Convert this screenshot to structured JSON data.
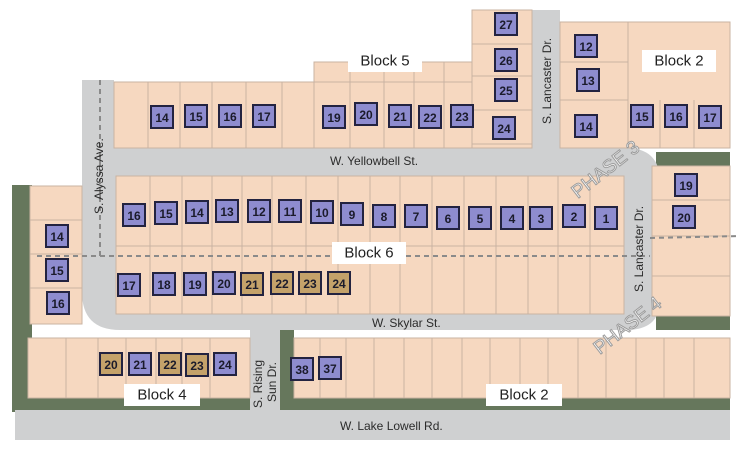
{
  "map": {
    "streets": {
      "yellowbell": "W. Yellowbell St.",
      "skylar": "W. Skylar St.",
      "alyssa": "S. Alyssa Ave.",
      "lancaster_top": "S. Lancaster Dr.",
      "lancaster_right": "S. Lancaster Dr.",
      "rising_sun_1": "S. Rising",
      "rising_sun_2": "Sun Dr.",
      "lake_lowell": "W. Lake Lowell Rd."
    },
    "blocks": {
      "block5": "Block 5",
      "block2_top": "Block 2",
      "block6": "Block 6",
      "block4": "Block 4",
      "block2_bottom": "Block 2"
    },
    "phases": {
      "phase3": "PHASE 3",
      "phase4": "PHASE 4"
    },
    "status_colors": {
      "available": "#8e8ccf",
      "sold": "#c4a26a"
    },
    "lot_badges": [
      {
        "id": "b5-27",
        "label": "27",
        "status": "available"
      },
      {
        "id": "b5-26",
        "label": "26",
        "status": "available"
      },
      {
        "id": "b5-25",
        "label": "25",
        "status": "available"
      },
      {
        "id": "b5-24",
        "label": "24",
        "status": "available"
      },
      {
        "id": "b5-14",
        "label": "14",
        "status": "available"
      },
      {
        "id": "b5-15",
        "label": "15",
        "status": "available"
      },
      {
        "id": "b5-16",
        "label": "16",
        "status": "available"
      },
      {
        "id": "b5-17",
        "label": "17",
        "status": "available"
      },
      {
        "id": "b5-19",
        "label": "19",
        "status": "available"
      },
      {
        "id": "b5-20",
        "label": "20",
        "status": "available"
      },
      {
        "id": "b5-21",
        "label": "21",
        "status": "available"
      },
      {
        "id": "b5-22",
        "label": "22",
        "status": "available"
      },
      {
        "id": "b5-23",
        "label": "23",
        "status": "available"
      },
      {
        "id": "b2-12",
        "label": "12",
        "status": "available"
      },
      {
        "id": "b2-13",
        "label": "13",
        "status": "available"
      },
      {
        "id": "b2-14",
        "label": "14",
        "status": "available"
      },
      {
        "id": "b2-15",
        "label": "15",
        "status": "available"
      },
      {
        "id": "b2-16",
        "label": "16",
        "status": "available"
      },
      {
        "id": "b2-17",
        "label": "17",
        "status": "available"
      },
      {
        "id": "b2-19",
        "label": "19",
        "status": "available"
      },
      {
        "id": "b2-20",
        "label": "20",
        "status": "available"
      },
      {
        "id": "b6-16",
        "label": "16",
        "status": "available"
      },
      {
        "id": "b6-15",
        "label": "15",
        "status": "available"
      },
      {
        "id": "b6-14",
        "label": "14",
        "status": "available"
      },
      {
        "id": "b6-13",
        "label": "13",
        "status": "available"
      },
      {
        "id": "b6-12",
        "label": "12",
        "status": "available"
      },
      {
        "id": "b6-11",
        "label": "11",
        "status": "available"
      },
      {
        "id": "b6-10",
        "label": "10",
        "status": "available"
      },
      {
        "id": "b6-9",
        "label": "9",
        "status": "available"
      },
      {
        "id": "b6-8",
        "label": "8",
        "status": "available"
      },
      {
        "id": "b6-7",
        "label": "7",
        "status": "available"
      },
      {
        "id": "b6-6",
        "label": "6",
        "status": "available"
      },
      {
        "id": "b6-5",
        "label": "5",
        "status": "available"
      },
      {
        "id": "b6-4",
        "label": "4",
        "status": "available"
      },
      {
        "id": "b6-3",
        "label": "3",
        "status": "available"
      },
      {
        "id": "b6-2",
        "label": "2",
        "status": "available"
      },
      {
        "id": "b6-1",
        "label": "1",
        "status": "available"
      },
      {
        "id": "b6-17",
        "label": "17",
        "status": "available"
      },
      {
        "id": "b6-18",
        "label": "18",
        "status": "available"
      },
      {
        "id": "b6-19",
        "label": "19",
        "status": "available"
      },
      {
        "id": "b6-20",
        "label": "20",
        "status": "available"
      },
      {
        "id": "b6-21",
        "label": "21",
        "status": "sold"
      },
      {
        "id": "b6-22",
        "label": "22",
        "status": "sold"
      },
      {
        "id": "b6-23",
        "label": "23",
        "status": "sold"
      },
      {
        "id": "b6-24",
        "label": "24",
        "status": "sold"
      },
      {
        "id": "w-14",
        "label": "14",
        "status": "available"
      },
      {
        "id": "w-15",
        "label": "15",
        "status": "available"
      },
      {
        "id": "w-16",
        "label": "16",
        "status": "available"
      },
      {
        "id": "b4-20",
        "label": "20",
        "status": "sold"
      },
      {
        "id": "b4-21",
        "label": "21",
        "status": "available"
      },
      {
        "id": "b4-22",
        "label": "22",
        "status": "sold"
      },
      {
        "id": "b4-23",
        "label": "23",
        "status": "sold"
      },
      {
        "id": "b4-24",
        "label": "24",
        "status": "available"
      },
      {
        "id": "b2s-38",
        "label": "38",
        "status": "available"
      },
      {
        "id": "b2s-37",
        "label": "37",
        "status": "available"
      }
    ]
  }
}
